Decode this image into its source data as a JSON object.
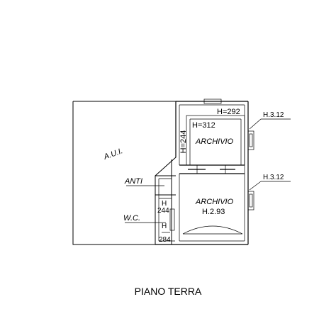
{
  "plan": {
    "caption": "PIANO TERRA",
    "labels": {
      "aui": "A.U.I.",
      "anti": "ANTI",
      "wc": "W.C.",
      "archivio_top": "ARCHIVIO",
      "archivio_bottom": "ARCHIVIO",
      "archivio_bottom_h": "H.2.93",
      "h292": "H=292",
      "h312": "H=312",
      "h244_vertical": "H=244",
      "wc_h_top": "H",
      "wc_244": "244",
      "wc_h_bottom": "H",
      "wc_284": "284",
      "h312_right_top": "H.3.12",
      "h312_right_bottom": "H.3.12"
    }
  }
}
